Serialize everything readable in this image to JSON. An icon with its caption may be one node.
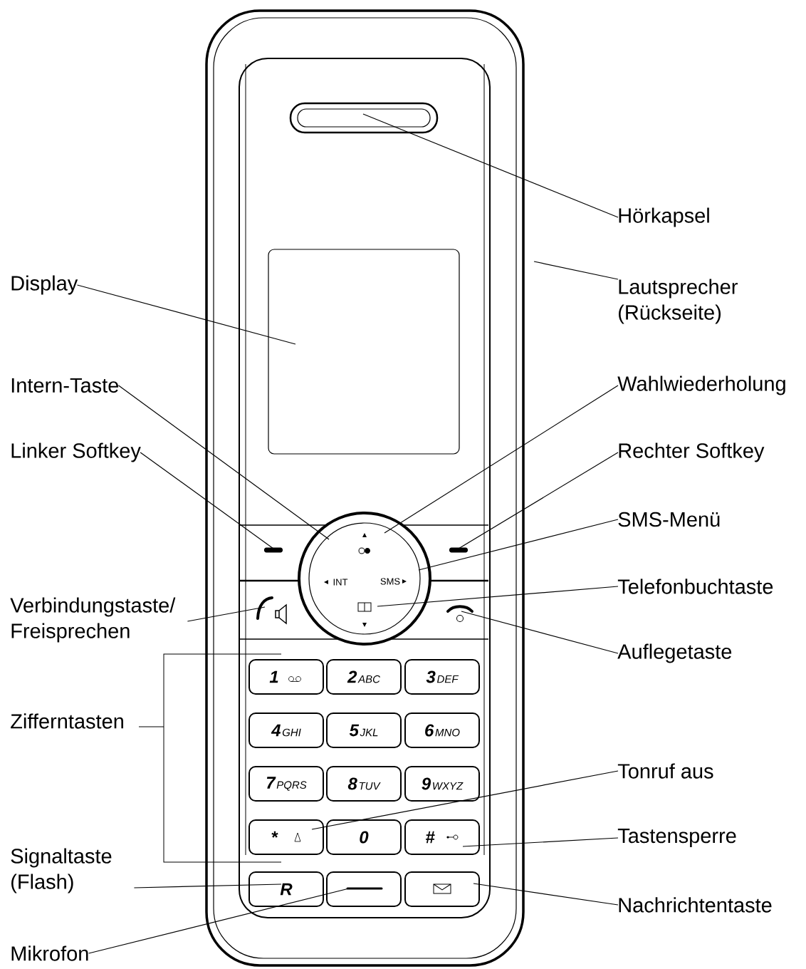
{
  "diagram": {
    "nodes": [
      {
        "text": [
          "Hörkapsel"
        ]
      },
      {
        "text": [
          "Lautsprecher (Rückseite)"
        ]
      },
      {
        "text": [
          "Display"
        ]
      },
      {
        "text": [
          "Intern-Taste"
        ]
      },
      {
        "text": [
          "Wahlwiederholung"
        ]
      },
      {
        "text": [
          "Linker Softkey"
        ]
      },
      {
        "text": [
          "Rechter Softkey"
        ]
      },
      {
        "text": [
          "SMS-Menü"
        ]
      },
      {
        "text": [
          "Verbindungstaste/ Freisprechen"
        ]
      },
      {
        "text": [
          "Telefonbuchtaste"
        ]
      },
      {
        "text": [
          "Auflegetaste"
        ]
      },
      {
        "text": [
          "Zifferntasten"
        ]
      },
      {
        "text": [
          "Tonruf aus"
        ]
      },
      {
        "text": [
          "Tastensperre"
        ]
      },
      {
        "text": [
          "Signaltaste (Flash)"
        ]
      },
      {
        "text": [
          "Nachrichtentaste"
        ]
      },
      {
        "text": [
          "Mikrofon"
        ]
      },
      {
        "text": [
          "INT",
          "SMS"
        ]
      },
      {
        "text": [
          "1"
        ]
      },
      {
        "text": [
          "2",
          "ABC"
        ]
      },
      {
        "text": [
          "3",
          "DEF"
        ]
      },
      {
        "text": [
          "4",
          "GHI"
        ]
      },
      {
        "text": [
          "5",
          "JKL"
        ]
      },
      {
        "text": [
          "6",
          "MNO"
        ]
      },
      {
        "text": [
          "7",
          "PQRS"
        ]
      },
      {
        "text": [
          "8",
          "TUV"
        ]
      },
      {
        "text": [
          "9",
          "WXYZ"
        ]
      },
      {
        "text": [
          "*"
        ]
      },
      {
        "text": [
          "0"
        ]
      },
      {
        "text": [
          "#"
        ]
      },
      {
        "text": [
          "R"
        ]
      },
      {
        "text": [],
        "shape": "box"
      },
      {
        "text": [],
        "shape": "box"
      },
      {
        "text": [],
        "shape": "icon"
      },
      {
        "text": [],
        "shape": "icon"
      },
      {
        "text": [],
        "shape": "bar"
      },
      {
        "text": [],
        "shape": "bar"
      },
      {
        "text": [],
        "shape": "box"
      },
      {
        "text": [],
        "shape": "box"
      }
    ],
    "edges": [
      {
        "from": 0,
        "to": 38,
        "arrow": "none"
      },
      {
        "from": 1,
        "to": null,
        "arrow": "none"
      },
      {
        "from": 2,
        "to": 37,
        "arrow": "none"
      },
      {
        "from": 3,
        "to": 17,
        "arrow": "none"
      },
      {
        "from": 4,
        "to": 17,
        "arrow": "none"
      },
      {
        "from": 5,
        "to": 35,
        "arrow": "none"
      },
      {
        "from": 6,
        "to": 36,
        "arrow": "none"
      },
      {
        "from": 7,
        "to": 17,
        "arrow": "none"
      },
      {
        "from": 8,
        "to": 33,
        "arrow": "none"
      },
      {
        "from": 9,
        "to": 17,
        "arrow": "none"
      },
      {
        "from": 10,
        "to": 34,
        "arrow": "none"
      },
      {
        "from": 12,
        "to": 27,
        "arrow": "none"
      },
      {
        "from": 13,
        "to": 29,
        "arrow": "none"
      },
      {
        "from": 14,
        "to": 30,
        "arrow": "none"
      },
      {
        "from": 15,
        "to": 32,
        "arrow": "none"
      },
      {
        "from": 16,
        "to": 31,
        "arrow": "none"
      }
    ]
  }
}
